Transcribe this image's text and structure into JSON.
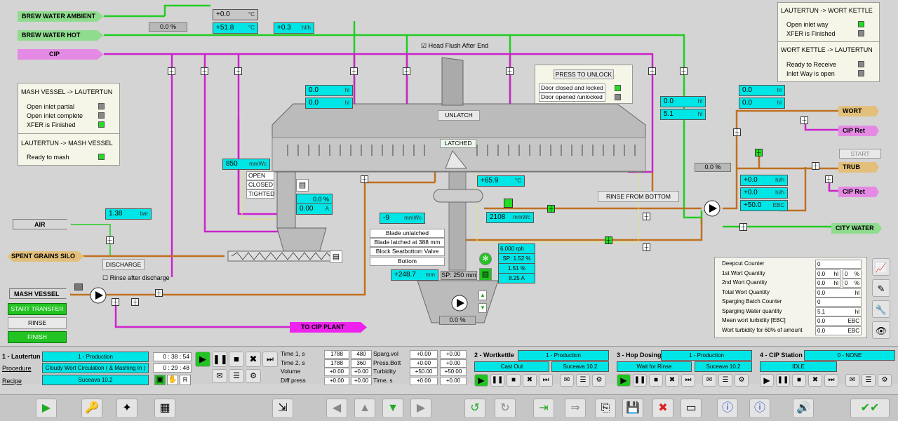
{
  "tags": {
    "brew_water_ambient": "BREW WATER AMBIENT",
    "brew_water_hot": "BREW WATER HOT",
    "cip": "CIP",
    "air": "AIR",
    "spent_grains_silo": "SPENT GRAINS SILO",
    "mash_vessel": "MASH VESSEL",
    "to_cip_plant": "TO CIP PLANT",
    "wort": "WORT",
    "cip_ret1": "CIP Ret",
    "trub": "TRUB",
    "cip_ret2": "CIP Ret",
    "city_water": "CITY WATER"
  },
  "values": {
    "top_pct": "0.0 %",
    "temp1": "+0.0",
    "temp1_u": "°C",
    "temp2": "+51.8",
    "temp2_u": "°C",
    "flow1": "+0.3",
    "flow1_u": "hl/h",
    "hl1": "0.0",
    "hl2": "0.0",
    "hl_u": "hl",
    "mmwc1": "850",
    "mmwc_u": "mmWc",
    "bar1": "1.38",
    "bar_u": "bar",
    "pct2": "0.0 %",
    "amp1": "0.00",
    "amp_u": "A",
    "mmwc2": "-9",
    "temp3": "+65.9",
    "temp3_u": "°C",
    "mmwc3": "2108",
    "mm1": "+248.7",
    "mm_u": "mm",
    "sp_mm": "SP: 250 mm",
    "rph": "6.000",
    "rph_u": "rph",
    "sp_pct": "SP: 1.52",
    "pct_u": "%",
    "pct3": "1.51",
    "amp2": "8.25",
    "pct4": "0.0 %",
    "hl3": "0.0",
    "hl4": "5.1",
    "hl5": "0.0",
    "hl6": "0.0",
    "pct5": "0.0 %",
    "hlh1": "+0.0",
    "hlh_u": "hl/h",
    "hlh2": "+0.0",
    "ebc1": "+50.0",
    "ebc_u": "EBC"
  },
  "labels": {
    "head_flush": "Head Flush After End",
    "unlatch": "UNLATCH",
    "latched": "LATCHED",
    "press_unlock": "PRESS TO UNLOCK",
    "door_closed": "Door closed and locked",
    "door_opened": "Door opened /unlocked",
    "open": "OPEN",
    "closed": "CLOSED",
    "tighted": "TIGHTED",
    "discharge": "DISCHARGE",
    "rinse_after": "Rinse after discharge",
    "rinse_bottom": "RINSE FROM BOTTOM",
    "start": "START",
    "blade_unlatched": "Blade unlatched",
    "blade_latched": "Blade latched at  388  mm",
    "block_seat": "Block Seatbottom Valve",
    "bottom": "Bottom"
  },
  "mash_panel": {
    "t1": "MASH VESSEL -> LAUTERTUN",
    "i1": "Open inlet partial",
    "i2": "Open inlet complete",
    "i3": "XFER is Finished",
    "t2": "LAUTERTUN -> MASH VESSEL",
    "i4": "Ready to mash"
  },
  "lauter_panel": {
    "t1": "LAUTERTUN -> WORT KETTLE",
    "i1": "Open inlet way",
    "i2": "XFER is Finished",
    "t2": "WORT KETTLE -> LAUTERTUN",
    "i3": "Ready to Receive",
    "i4": "Inlet Way is open"
  },
  "controls": {
    "start_transfer": "START TRANSFER",
    "rinse": "RINSE",
    "finish": "FINISH"
  },
  "counters": {
    "rows": [
      {
        "label": "Deepcut Counter",
        "v": "0",
        "u": ""
      },
      {
        "label": "1st Wort Quantity",
        "v": "0.0",
        "u": "hl",
        "p": "0",
        "pu": "%"
      },
      {
        "label": "2nd Wort Quantity",
        "v": "0.0",
        "u": "hl",
        "p": "0",
        "pu": "%"
      },
      {
        "label": "Total Wort Quantity",
        "v": "0.0",
        "u": "hl"
      },
      {
        "label": "Sparging Batch Counter",
        "v": "0",
        "u": ""
      },
      {
        "label": "Sparging Water quantity",
        "v": "5.1",
        "u": "hl"
      },
      {
        "label": "Mean wort turbidity [EBC]",
        "v": "0.0",
        "u": "EBC"
      },
      {
        "label": "Wort turbidity for 60% of amount",
        "v": "0.0",
        "u": "EBC"
      }
    ]
  },
  "status": {
    "lauter_title": "1 - Lautertun",
    "lauter_mode": "1 - Production",
    "time1": "0 : 38 : 54",
    "procedure": "Procedure",
    "procedure_val": "Cloudy Wort Circulation ( & Mashing In )",
    "time2": "0 : 29 : 48",
    "recipe": "Recipe",
    "recipe_val": "Suceava 10.2",
    "grid": [
      [
        "Time 1, s",
        "1788",
        "480",
        "Sparg.vol",
        "+0.00",
        "+0.00"
      ],
      [
        "Time 2, s",
        "1788",
        "360",
        "Press.Bott",
        "+0.00",
        "+0.00"
      ],
      [
        "Volume",
        "+0.00",
        "+0.00",
        "Turbidity",
        "+50.00",
        "+50.00"
      ],
      [
        "Diff.press",
        "+0.00",
        "+0.00",
        "Time, s",
        "+0.00",
        "+0.00"
      ]
    ],
    "wk_title": "2 - Wortkettle",
    "wk_mode": "1 - Production",
    "wk_a": "Cast Out",
    "wk_b": "Suceava 10.2",
    "hop_title": "3 - Hop Dosing",
    "hop_mode": "1 - Production",
    "hop_a": "Wait for Rinse",
    "hop_b": "Suceava 10.2",
    "cip_title": "4 - CIP Station",
    "cip_mode": "0 - NONE",
    "cip_a": "IDLE"
  }
}
